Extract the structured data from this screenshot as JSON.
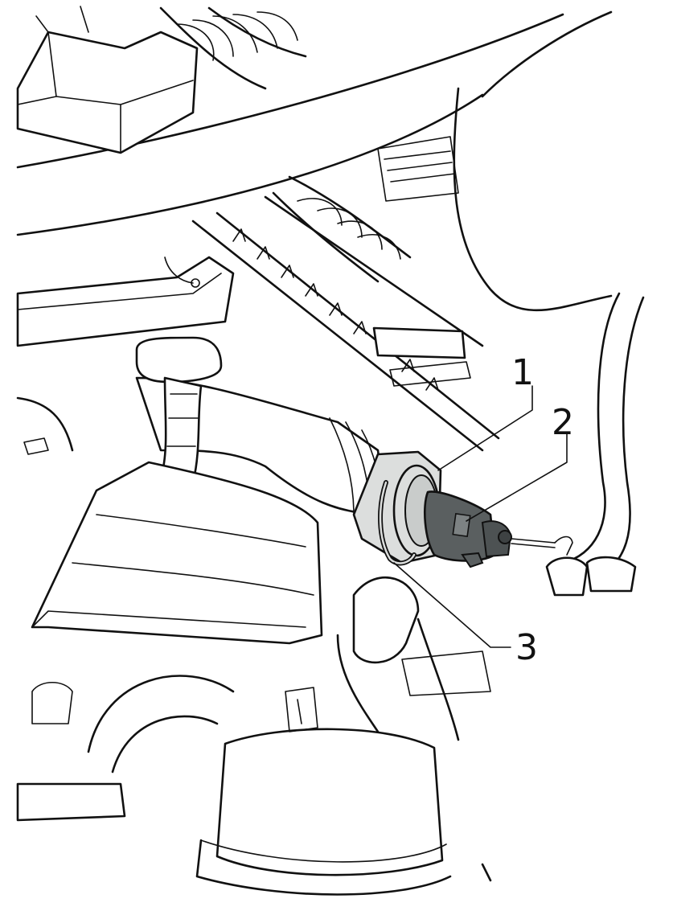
{
  "callouts": [
    {
      "label": "1"
    },
    {
      "label": "2"
    },
    {
      "label": "3"
    }
  ],
  "colors": {
    "line": "#111111",
    "background": "#ffffff",
    "highlight_dark": "#5a5f60",
    "highlight_light": "#dcdedd"
  }
}
